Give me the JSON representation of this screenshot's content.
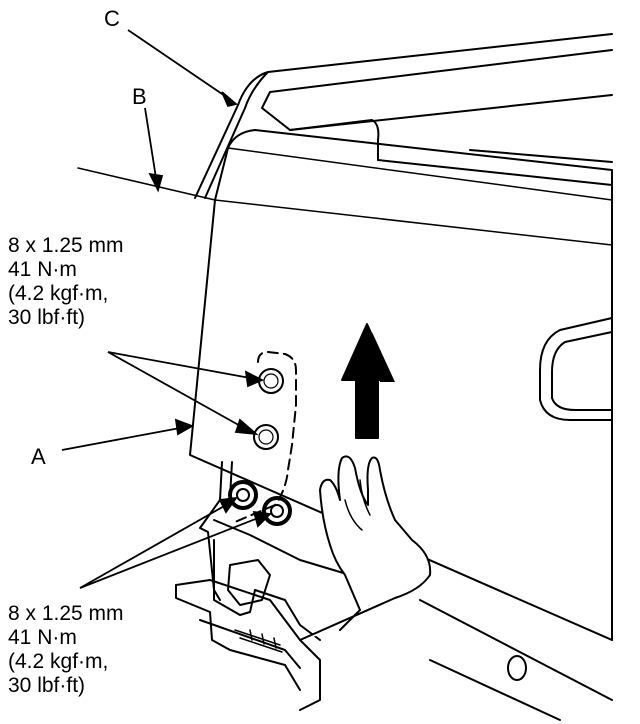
{
  "callouts": {
    "a": "A",
    "b": "B",
    "c": "C"
  },
  "spec_upper": {
    "size": "8 x 1.25 mm",
    "torque_nm": "41 N·m",
    "torque_kgf": "(4.2 kgf·m,",
    "torque_lbf": "30 lbf·ft)"
  },
  "spec_lower": {
    "size": "8 x 1.25 mm",
    "torque_nm": "41 N·m",
    "torque_kgf": "(4.2 kgf·m,",
    "torque_lbf": "30 lbf·ft)"
  },
  "colors": {
    "line": "#000000",
    "background": "#ffffff"
  }
}
